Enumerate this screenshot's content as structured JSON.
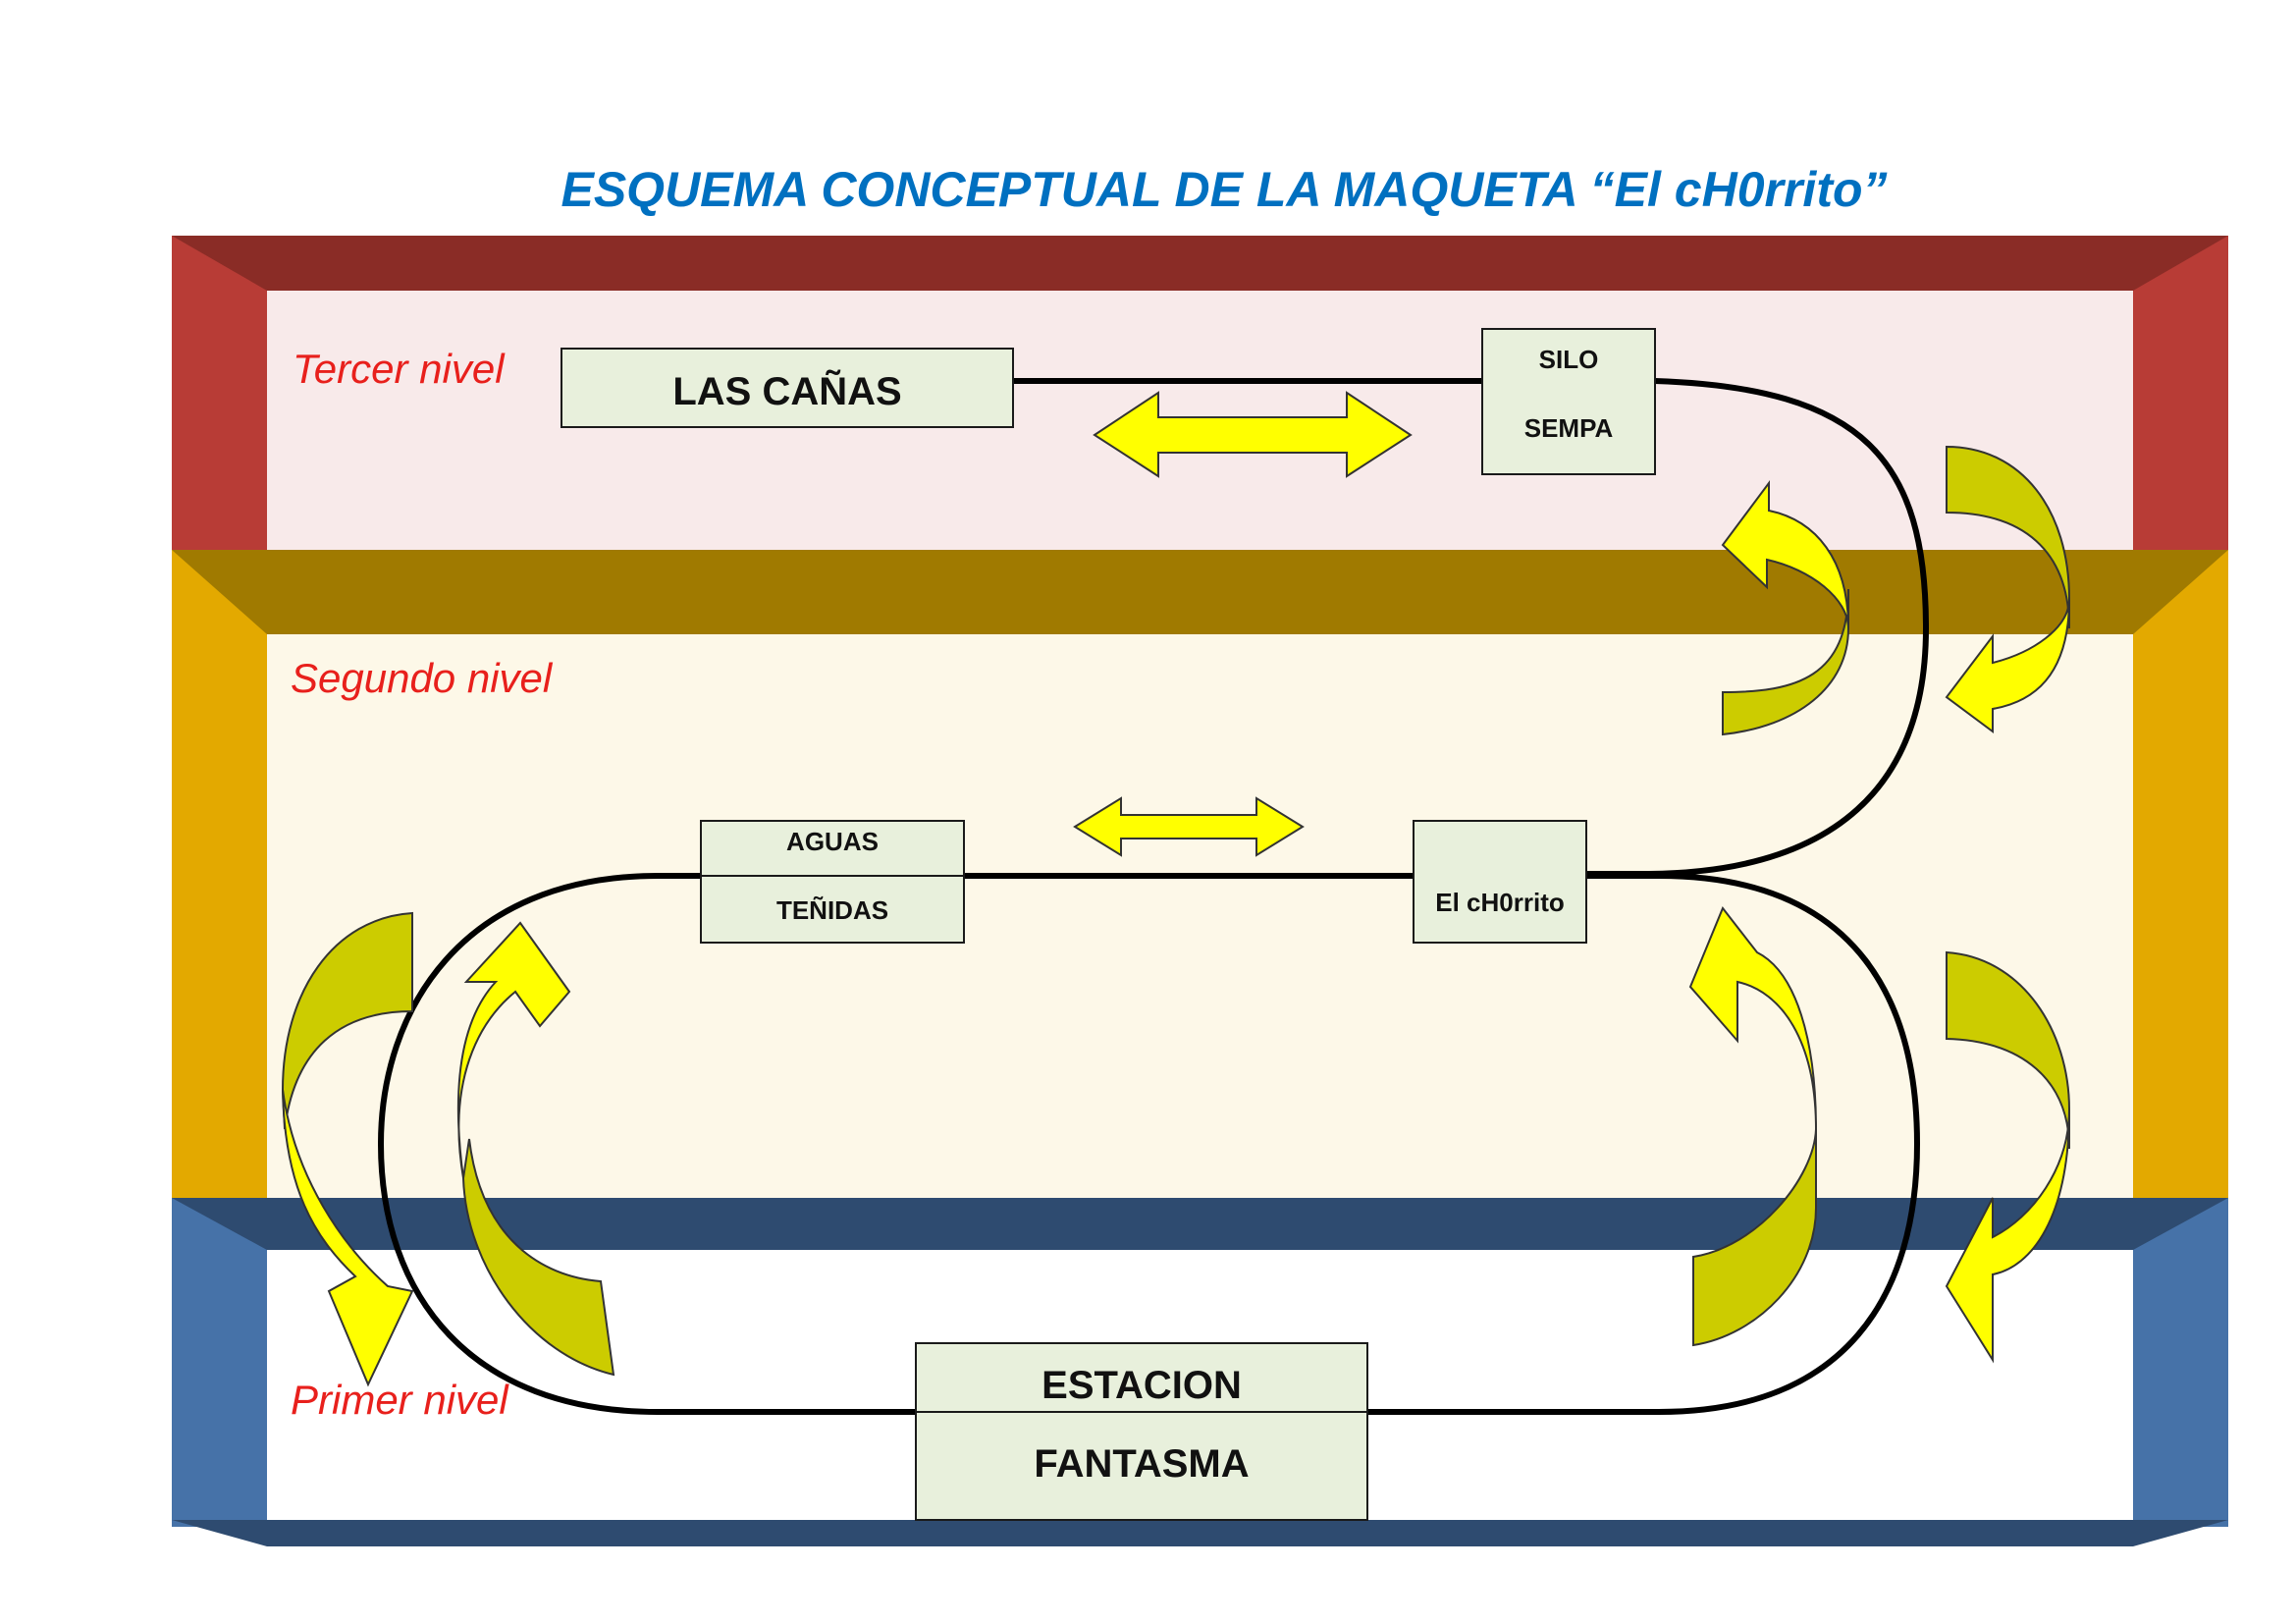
{
  "title": "ESQUEMA CONCEPTUAL DE LA MAQUETA “El cH0rrito”",
  "levels": {
    "third": "Tercer nivel",
    "second": "Segundo nivel",
    "first": "Primer nivel"
  },
  "stations": {
    "las_canas": "LAS CAÑAS",
    "silo_line1": "SILO",
    "silo_line2": "SEMPA",
    "aguas_line1": "AGUAS",
    "aguas_line2": "TEÑIDAS",
    "chorrito": "El cH0rrito",
    "estacion_line1": "ESTACION",
    "estacion_line2": "FANTASMA"
  },
  "colors": {
    "third_frame": "#b83c36",
    "third_frame_dark": "#8a2c26",
    "third_fill": "#f8eaea",
    "second_frame": "#e3a900",
    "second_frame_dark": "#a07a00",
    "second_fill": "#fdf8e8",
    "first_frame": "#4672a8",
    "first_frame_dark": "#2e4b70",
    "first_fill": "#ffffff",
    "arrow_yellow": "#ffff00",
    "arrow_olive": "#cccc00",
    "title_blue": "#0070c0",
    "label_red": "#e8201c"
  }
}
